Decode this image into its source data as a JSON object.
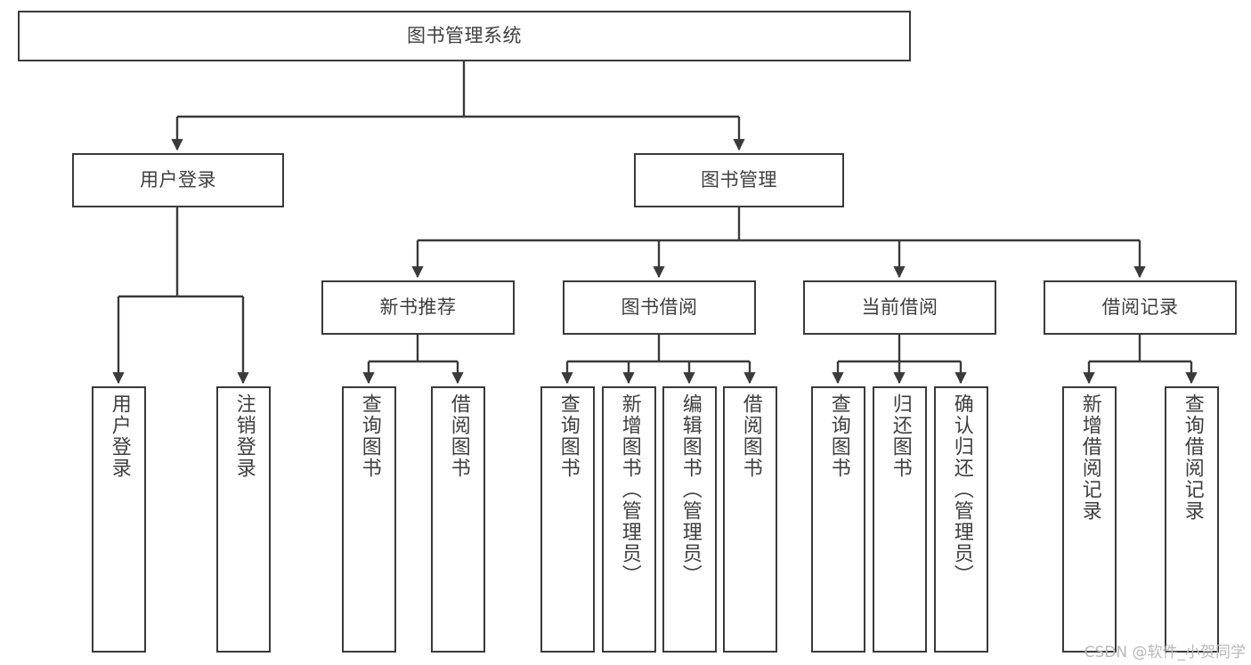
{
  "diagram": {
    "type": "tree-hierarchy",
    "title": "图书管理系统",
    "orientation": "top-down",
    "levels": 4
  },
  "root": {
    "label": "图书管理系统"
  },
  "level2": [
    {
      "label": "用户登录"
    },
    {
      "label": "图书管理"
    }
  ],
  "level3": [
    {
      "label": "新书推荐"
    },
    {
      "label": "图书借阅"
    },
    {
      "label": "当前借阅"
    },
    {
      "label": "借阅记录"
    }
  ],
  "leaves": {
    "user_login": [
      {
        "label": "用户登录"
      },
      {
        "label": "注销登录"
      }
    ],
    "new_book": [
      {
        "label": "查询图书"
      },
      {
        "label": "借阅图书"
      }
    ],
    "book_borrow": [
      {
        "label": "查询图书"
      },
      {
        "label": "新增图书（管理员）"
      },
      {
        "label": "编辑图书（管理员）"
      },
      {
        "label": "借阅图书"
      }
    ],
    "current_borrow": [
      {
        "label": "查询图书"
      },
      {
        "label": "归还图书"
      },
      {
        "label": "确认归还（管理员）"
      }
    ],
    "borrow_record": [
      {
        "label": "新增借阅记录"
      },
      {
        "label": "查询借阅记录"
      }
    ]
  },
  "watermark": {
    "text": "CSDN @软件_小贺同学"
  },
  "colors": {
    "stroke": "#3a3a3a",
    "text": "#3f3f3f",
    "background": "#ffffff",
    "watermark": "#b9b9b9"
  }
}
